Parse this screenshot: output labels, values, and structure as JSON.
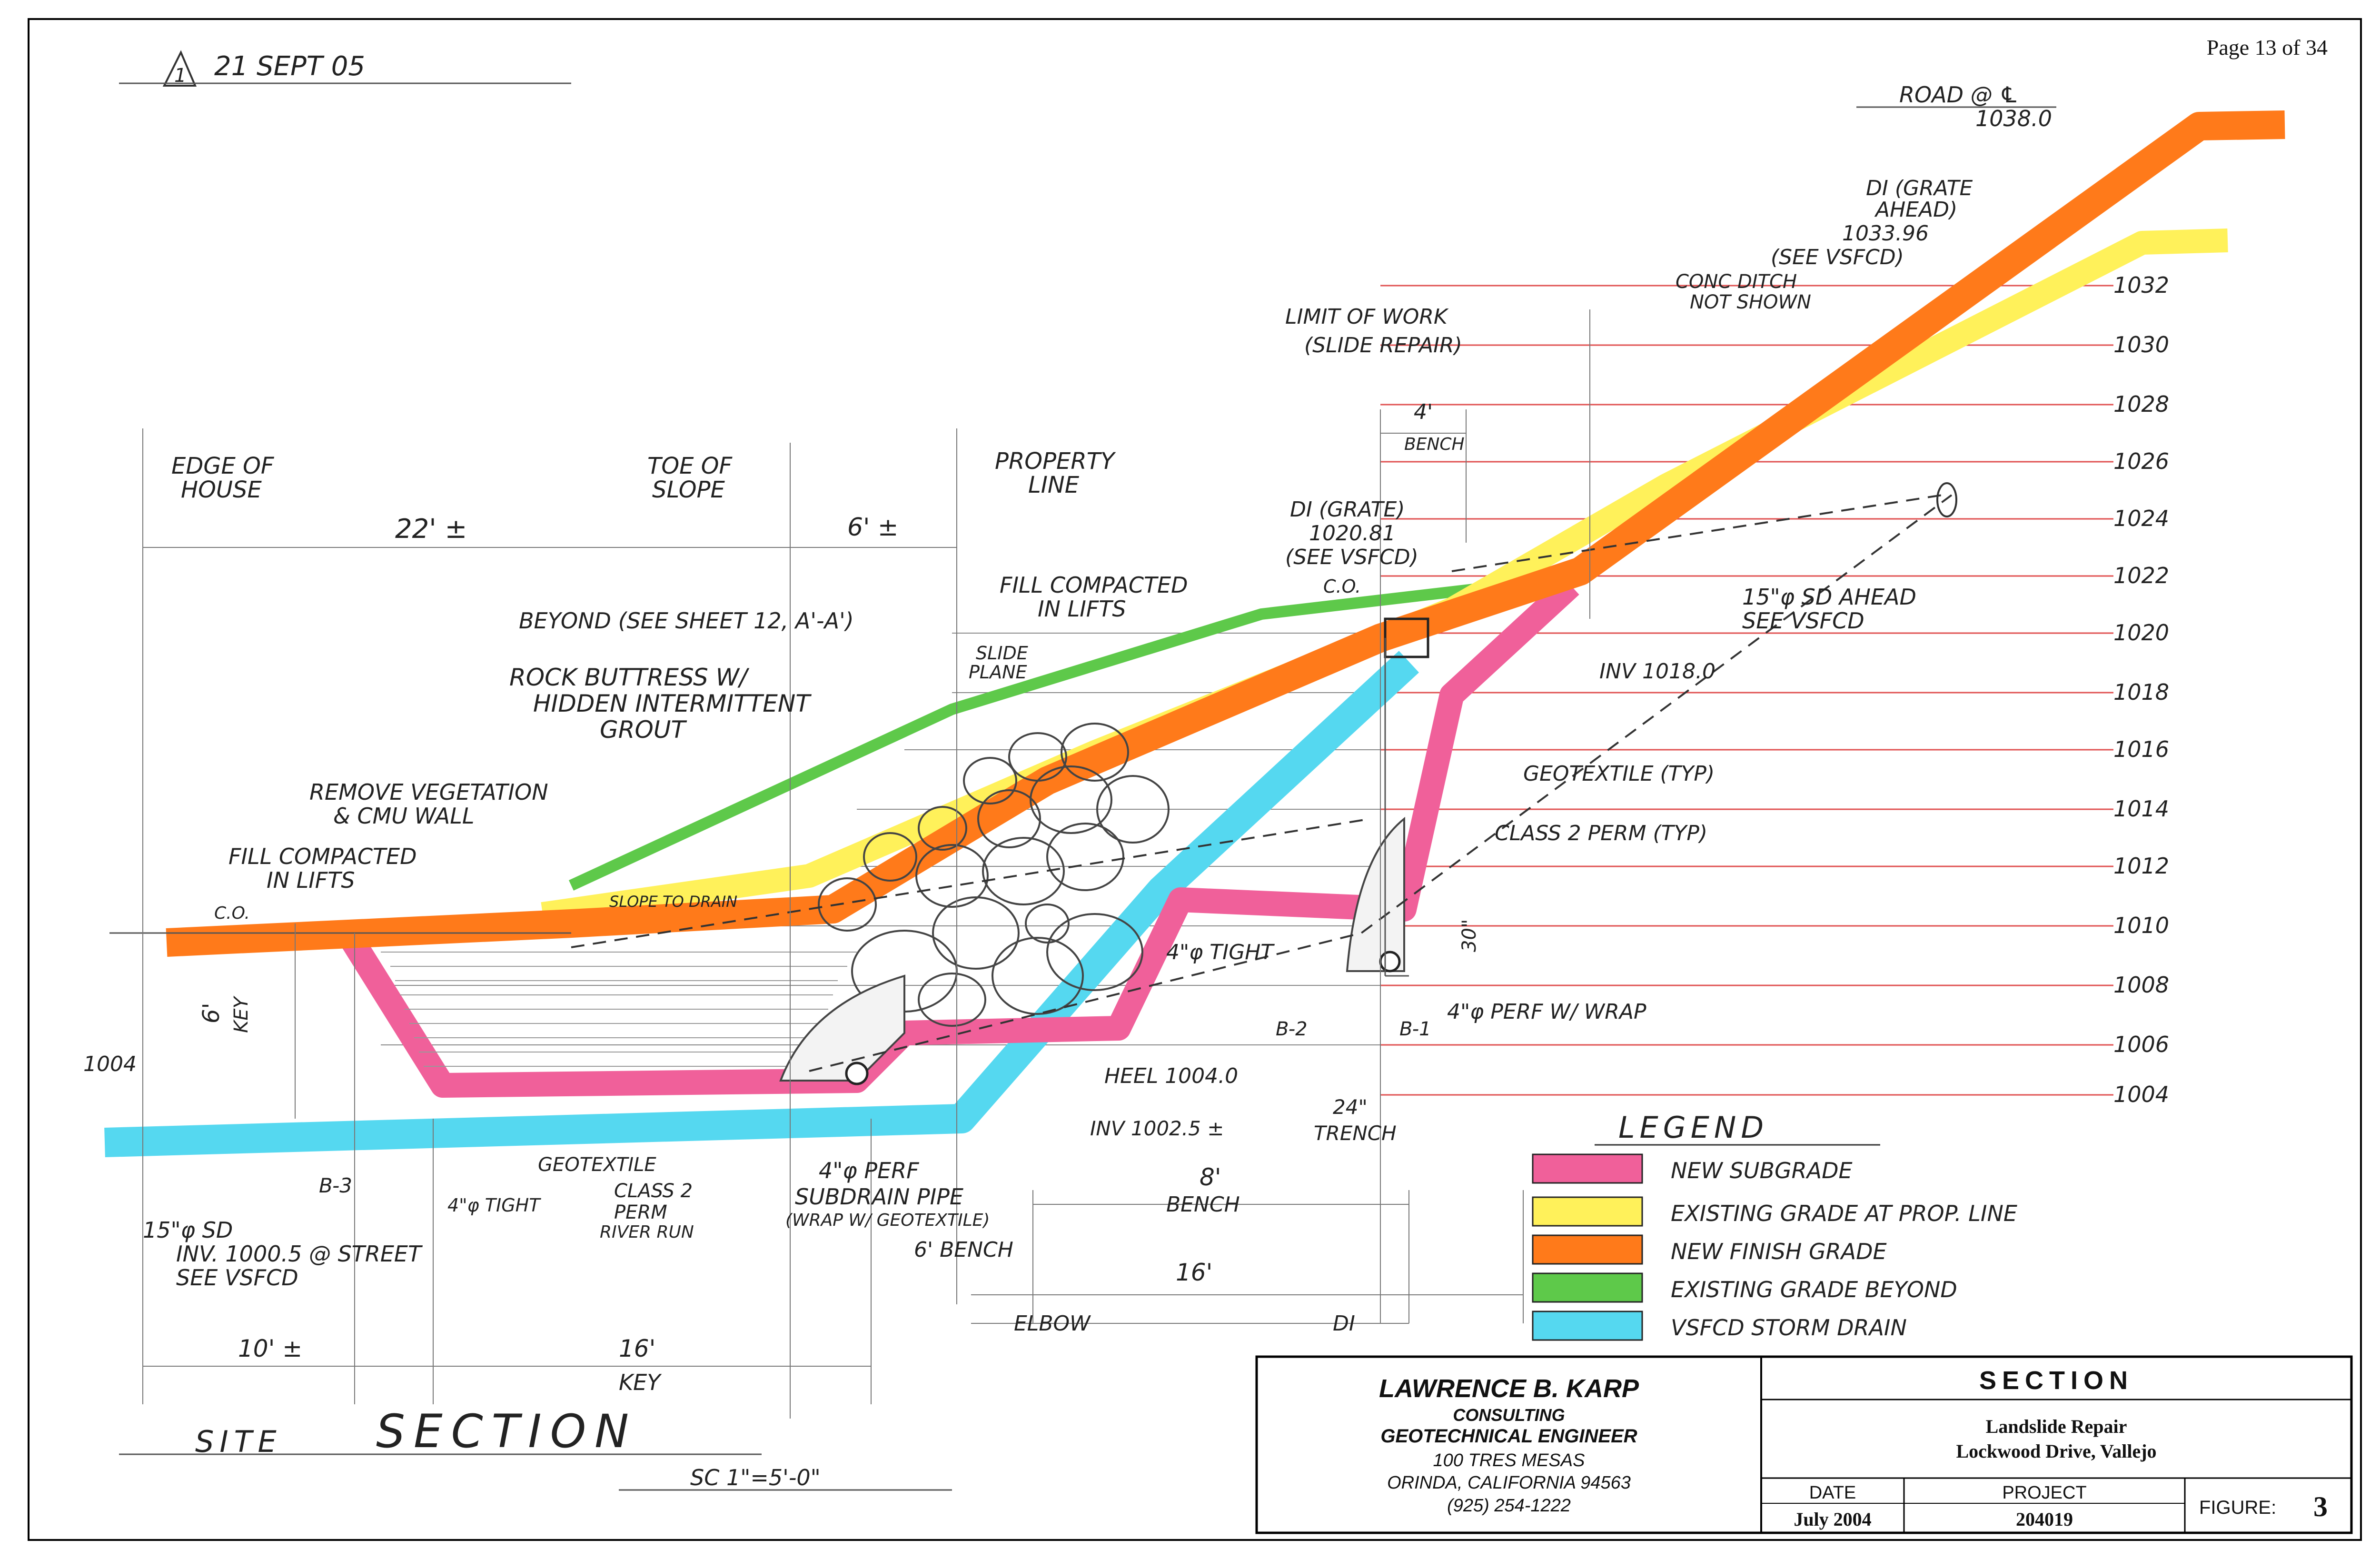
{
  "page_number": "Page 13 of 34",
  "revision": {
    "number": "1",
    "date": "21 SEPT 05"
  },
  "colors": {
    "new_subgrade": "#f0609a",
    "existing_grade_prop_line": "#fff15a",
    "new_finish_grade": "#ff7a1a",
    "existing_grade_beyond": "#5ec94a",
    "storm_drain": "#55d8f0"
  },
  "elevations": [
    "1032",
    "1030",
    "1028",
    "1026",
    "1024",
    "1022",
    "1020",
    "1018",
    "1016",
    "1014",
    "1012",
    "1010",
    "1008",
    "1006",
    "1004"
  ],
  "labels": {
    "road": "ROAD @ ℄",
    "road_elev": "1038.0",
    "di_top_1": "DI (GRATE",
    "di_top_2": "AHEAD)",
    "di_top_3": "1033.96",
    "di_top_4": "(SEE VSFCD)",
    "conc_ditch_1": "CONC DITCH",
    "conc_ditch_2": "NOT SHOWN",
    "limit_1": "LIMIT OF WORK",
    "limit_2": "(SLIDE REPAIR)",
    "bench_4": "4'",
    "bench_word": "BENCH",
    "edge_house_1": "EDGE OF",
    "edge_house_2": "HOUSE",
    "toe_1": "TOE OF",
    "toe_2": "SLOPE",
    "prop_1": "PROPERTY",
    "prop_2": "LINE",
    "dim_22": "22' ±",
    "dim_6": "6' ±",
    "di_mid_1": "DI (GRATE)",
    "di_mid_2": "1020.81",
    "di_mid_3": "(SEE VSFCD)",
    "co_top": "C.O.",
    "fill_1": "FILL COMPACTED",
    "fill_2": "IN LIFTS",
    "beyond": "BEYOND (SEE SHEET 12, A'-A')",
    "sd_ahead_1": "15\"φ SD AHEAD",
    "sd_ahead_2": "SEE VSFCD",
    "slide_1": "SLIDE",
    "slide_2": "PLANE",
    "rock_1": "ROCK BUTTRESS W/",
    "rock_2": "HIDDEN INTERMITTENT",
    "rock_3": "GROUT",
    "inv_1018": "INV 1018.0",
    "geotex_typ": "GEOTEXTILE (TYP)",
    "class2_typ": "CLASS 2 PERM (TYP)",
    "remove_1": "REMOVE VEGETATION",
    "remove_2": "& CMU WALL",
    "fill_low_1": "FILL COMPACTED",
    "fill_low_2": "IN LIFTS",
    "co_low": "C.O.",
    "slope_drain": "SLOPE TO DRAIN",
    "tight_4_mid": "4\"φ TIGHT",
    "dim_30": "30\"",
    "perf_wrap": "4\"φ PERF W/ WRAP",
    "key_6": "6'",
    "key_word": "KEY",
    "b2": "B-2",
    "b1": "B-1",
    "b3": "B-3",
    "elev_1004": "1004",
    "heel": "HEEL 1004.0",
    "inv_10025": "INV 1002.5 ±",
    "dim_24": "24\"",
    "trench": "TRENCH",
    "geotex_low": "GEOTEXTILE",
    "class2_low_1": "CLASS 2",
    "class2_low_2": "PERM",
    "class2_low_3": "RIVER RUN",
    "tight_4_low": "4\"φ TIGHT",
    "perf_pipe_1": "4\"φ PERF",
    "perf_pipe_2": "SUBDRAIN PIPE",
    "perf_pipe_3": "(WRAP W/ GEOTEXTILE)",
    "sd15_1": "15\"φ SD",
    "sd15_2": "INV. 1000.5 @ STREET",
    "sd15_3": "SEE VSFCD",
    "bench_8": "8'",
    "bench_8_word": "BENCH",
    "bench_6": "6' BENCH",
    "dim_16_right": "16'",
    "elbow": "ELBOW",
    "di_low": "DI",
    "dim_10": "10' ±",
    "dim_16_left": "16'",
    "key_bottom": "KEY",
    "site": "SITE",
    "section": "SECTION",
    "scale": "SC 1\"=5'-0\""
  },
  "legend": {
    "title": "LEGEND",
    "items": [
      {
        "label": "NEW SUBGRADE",
        "color": "#f0609a"
      },
      {
        "label": "EXISTING GRADE AT PROP. LINE",
        "color": "#fff15a"
      },
      {
        "label": "NEW FINISH GRADE",
        "color": "#ff7a1a"
      },
      {
        "label": "EXISTING GRADE BEYOND",
        "color": "#5ec94a"
      },
      {
        "label": "VSFCD STORM DRAIN",
        "color": "#55d8f0"
      }
    ]
  },
  "title_block": {
    "firm": "LAWRENCE B. KARP",
    "consulting": "CONSULTING",
    "engineer": "GEOTECHNICAL ENGINEER",
    "address_1": "100 TRES MESAS",
    "address_2": "ORINDA, CALIFORNIA 94563",
    "phone": "(925) 254-1222",
    "section_title": "SECTION",
    "project_name": "Landslide Repair",
    "location": "Lockwood Drive, Vallejo",
    "date_label": "DATE",
    "date_value": "July 2004",
    "project_label": "PROJECT",
    "project_value": "204019",
    "figure_label": "FIGURE:",
    "figure_value": "3"
  }
}
